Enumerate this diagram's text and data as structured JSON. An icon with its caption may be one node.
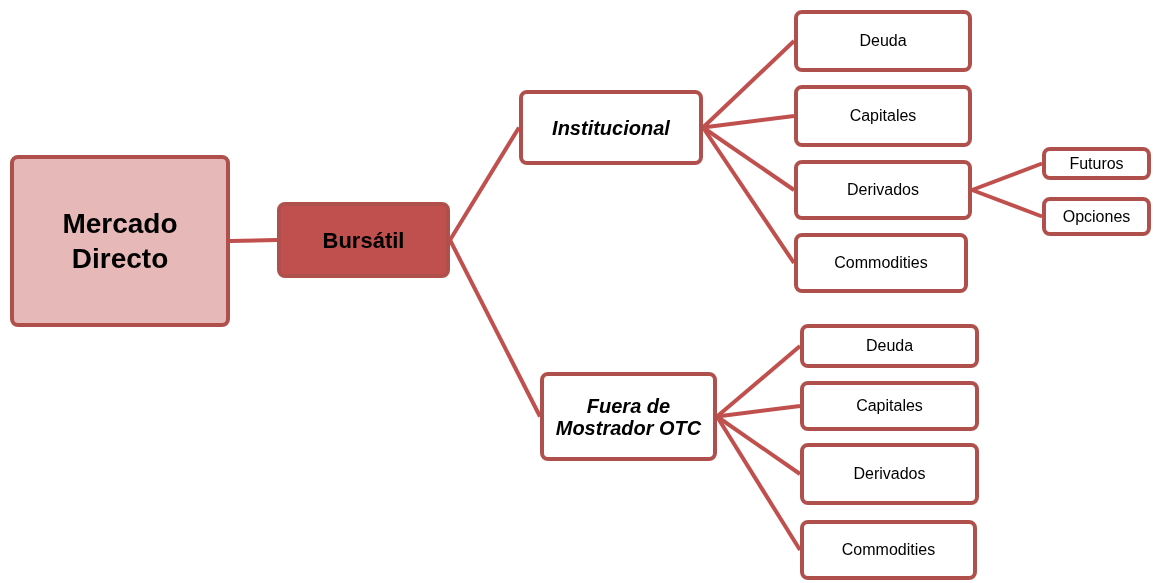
{
  "diagram": {
    "nodes": [
      {
        "text": [
          "Mercado Directo"
        ]
      },
      {
        "text": [
          "Bursátil"
        ]
      },
      {
        "text": [
          "Institucional"
        ]
      },
      {
        "text": [
          "Deuda"
        ]
      },
      {
        "text": [
          "Capitales"
        ]
      },
      {
        "text": [
          "Derivados"
        ]
      },
      {
        "text": [
          "Futuros"
        ]
      },
      {
        "text": [
          "Opciones"
        ]
      },
      {
        "text": [
          "Commodities"
        ]
      },
      {
        "text": [
          "Fuera de Mostrador OTC"
        ]
      },
      {
        "text": [
          "Deuda"
        ]
      },
      {
        "text": [
          "Capitales"
        ]
      },
      {
        "text": [
          "Derivados"
        ]
      },
      {
        "text": [
          "Commodities"
        ]
      }
    ],
    "edges": [
      {
        "from": 0,
        "to": 1,
        "arrow": "none"
      },
      {
        "from": 1,
        "to": 2,
        "arrow": "none"
      },
      {
        "from": 1,
        "to": 9,
        "arrow": "none"
      },
      {
        "from": 2,
        "to": 3,
        "arrow": "none"
      },
      {
        "from": 2,
        "to": 4,
        "arrow": "none"
      },
      {
        "from": 2,
        "to": 5,
        "arrow": "none"
      },
      {
        "from": 2,
        "to": 8,
        "arrow": "none"
      },
      {
        "from": 5,
        "to": 6,
        "arrow": "none"
      },
      {
        "from": 5,
        "to": 7,
        "arrow": "none"
      },
      {
        "from": 9,
        "to": 10,
        "arrow": "none"
      },
      {
        "from": 9,
        "to": 11,
        "arrow": "none"
      },
      {
        "from": 9,
        "to": 12,
        "arrow": "none"
      },
      {
        "from": 9,
        "to": 13,
        "arrow": "none"
      }
    ]
  }
}
